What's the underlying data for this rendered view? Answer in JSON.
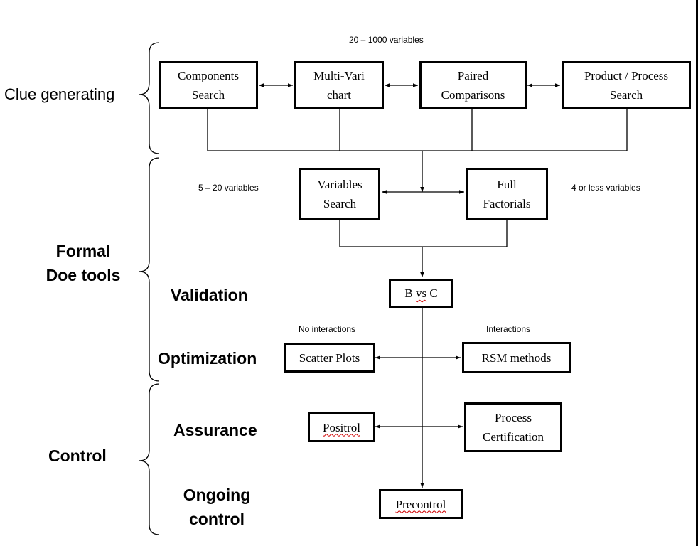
{
  "brace_labels": {
    "clue_generating": "Clue generating",
    "formal_doe_tools": [
      "Formal",
      "Doe tools"
    ],
    "control": "Control"
  },
  "stage_labels": {
    "validation": "Validation",
    "optimization": "Optimization",
    "assurance": "Assurance",
    "ongoing_control": [
      "Ongoing",
      "control"
    ]
  },
  "notes": {
    "top": "20 – 1000 variables",
    "left": "5 – 20 variables",
    "right": "4 or less variables",
    "no_interactions": "No interactions",
    "interactions": "Interactions"
  },
  "boxes": {
    "components_search": [
      "Components",
      "Search"
    ],
    "multi_vari": [
      "Multi-Vari",
      "chart"
    ],
    "paired_comparisons": [
      "Paired",
      "Comparisons"
    ],
    "product_process": [
      "Product / Process",
      "Search"
    ],
    "variables_search": [
      "Variables",
      "Search"
    ],
    "full_factorials": [
      "Full",
      "Factorials"
    ],
    "b_vs_c": {
      "b": "B",
      "vs": "vs",
      "c": "C"
    },
    "scatter_plots": "Scatter Plots",
    "rsm_methods": "RSM methods",
    "positrol": "Positrol",
    "process_certification": [
      "Process",
      "Certification"
    ],
    "precontrol": "Precontrol"
  }
}
